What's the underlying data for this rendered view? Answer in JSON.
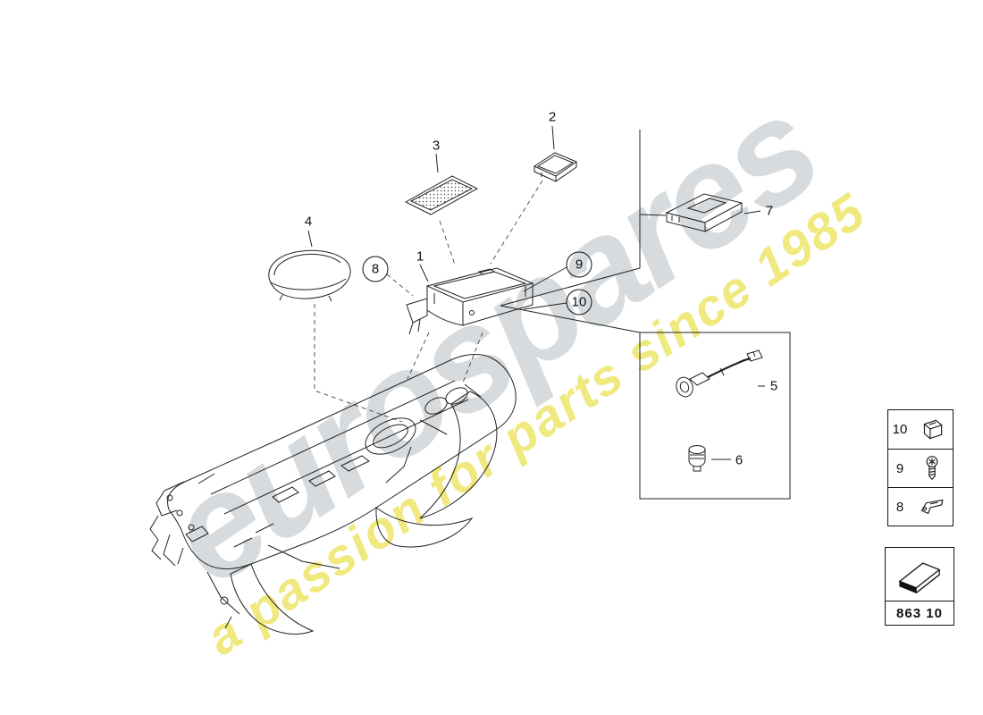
{
  "colors": {
    "background": "#ffffff",
    "line": "#222222",
    "watermark_gray": "#d7dbde",
    "watermark_yellow": "#eee774"
  },
  "watermark": {
    "brand": "eurospares",
    "tagline": "a passion for parts since 1985"
  },
  "diagram": {
    "callouts": [
      {
        "label": "1",
        "circled": false
      },
      {
        "label": "2",
        "circled": false
      },
      {
        "label": "3",
        "circled": false
      },
      {
        "label": "4",
        "circled": false
      },
      {
        "label": "5",
        "circled": false
      },
      {
        "label": "6",
        "circled": false
      },
      {
        "label": "7",
        "circled": false
      },
      {
        "label": "8",
        "circled": true
      },
      {
        "label": "9",
        "circled": true
      },
      {
        "label": "10",
        "circled": true
      }
    ]
  },
  "legend": {
    "rows": [
      {
        "label": "10",
        "icon": "clip-nut-icon"
      },
      {
        "label": "9",
        "icon": "screw-icon"
      },
      {
        "label": "8",
        "icon": "bracket-icon"
      }
    ]
  },
  "code_box": {
    "code": "863 10",
    "icon": "direction-arrow-icon"
  }
}
